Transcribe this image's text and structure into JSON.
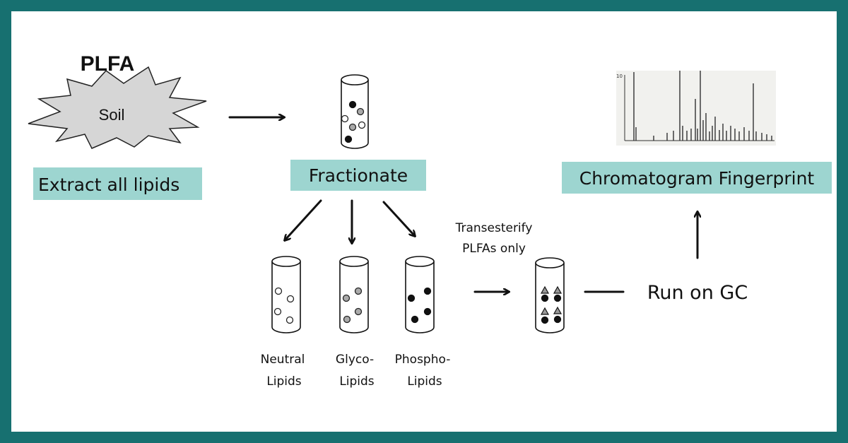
{
  "title": "PLFA",
  "soil_label": "Soil",
  "steps": {
    "extract": "Extract all lipids",
    "fractionate": "Fractionate",
    "fingerprint": "Chromatogram Fingerprint",
    "run_gc": "Run on GC",
    "transesterify_line1": "Transesterify",
    "transesterify_line2": "PLFAs only"
  },
  "fractions": [
    {
      "line1": "Neutral",
      "line2": "Lipids"
    },
    {
      "line1": "Glyco-",
      "line2": "Lipids"
    },
    {
      "line1": "Phospho-",
      "line2": "Lipids"
    }
  ],
  "chromatogram": {
    "y_tick": "10"
  },
  "colors": {
    "border": "#177070",
    "label_box": "#9dd5d0"
  }
}
